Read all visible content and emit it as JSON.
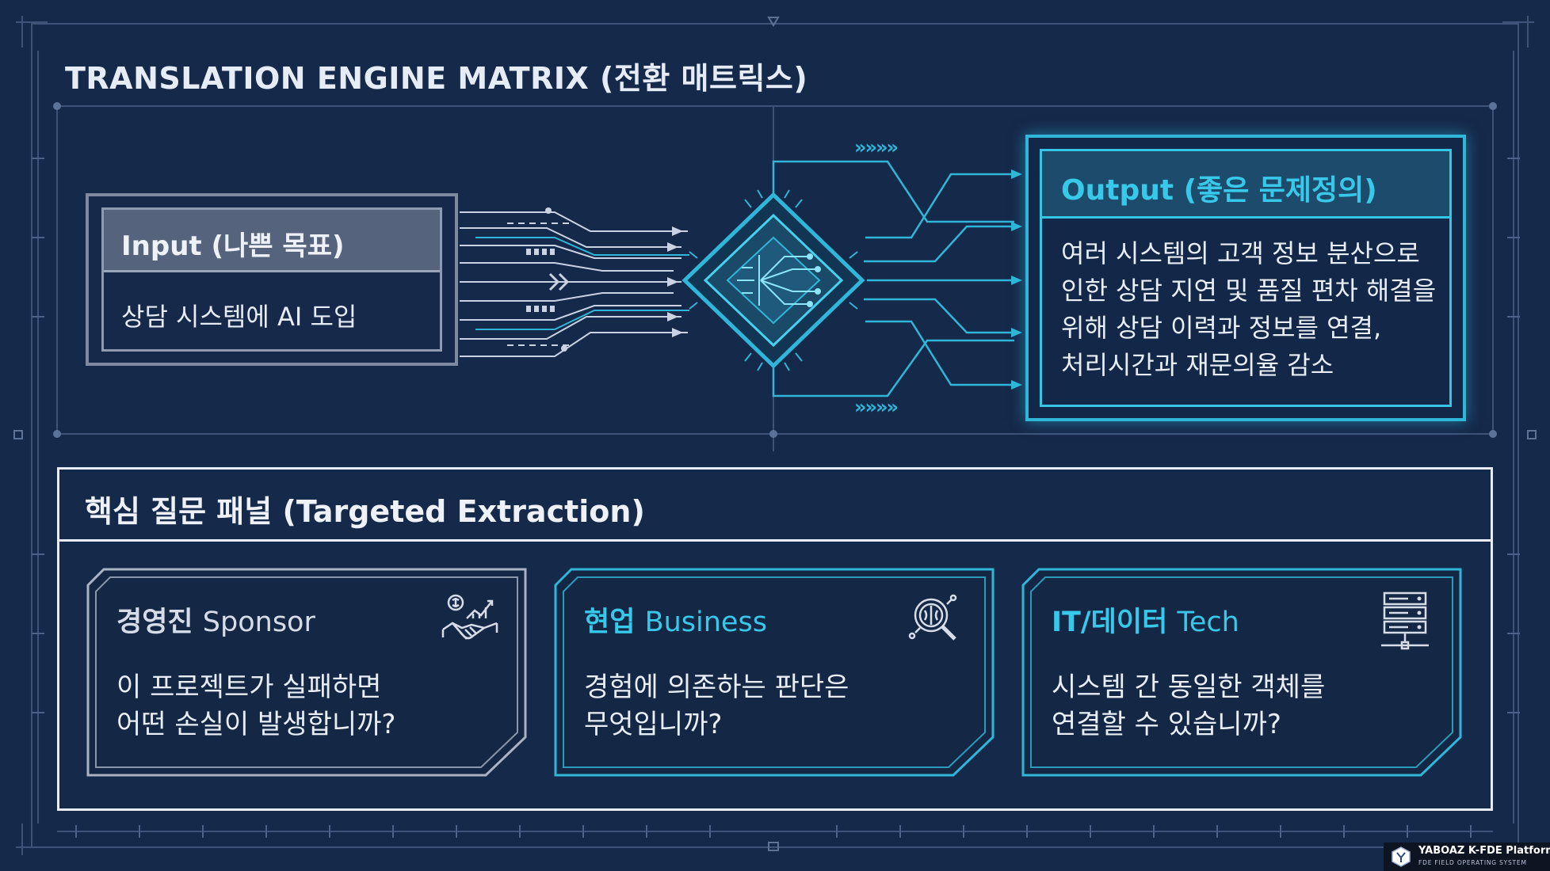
{
  "title": "TRANSLATION ENGINE MATRIX (전환 매트릭스)",
  "colors": {
    "background": "#15294a",
    "accent_cyan": "#38c9ea",
    "input_gray": "#55647c",
    "text_light": "#e8eef6"
  },
  "input": {
    "title": "Input (나쁜 목표)",
    "text": "상담 시스템에 AI 도입"
  },
  "engine": {
    "icon": "processor-chip-icon",
    "arrow_glyphs": "»»»»"
  },
  "output": {
    "title": "Output (좋은 문제정의)",
    "lines": [
      "여러 시스템의 고객 정보 분산으로",
      "인한 상담 지연 및 품질 편차 해결을",
      "위해 상담 이력과 정보를 연결,",
      "처리시간과 재문의율 감소"
    ]
  },
  "panel": {
    "title": "핵심 질문 패널 (Targeted Extraction)",
    "cards": [
      {
        "label": "경영진",
        "role": "Sponsor",
        "icon": "handshake-growth-icon",
        "lines": [
          "이 프로젝트가 실패하면",
          "어떤 손실이 발생합니까?"
        ]
      },
      {
        "label": "현업",
        "role": "Business",
        "icon": "brain-magnifier-icon",
        "lines": [
          "경험에 의존하는 판단은",
          "무엇입니까?"
        ]
      },
      {
        "label": "IT/데이터",
        "role": "Tech",
        "icon": "server-icon",
        "lines": [
          "시스템 간 동일한 객체를",
          "연결할 수 있습니까?"
        ]
      }
    ]
  },
  "brand": {
    "name": "YABOAZ K-FDE Platform",
    "subtitle": "FDE FIELD OPERATING SYSTEM"
  }
}
